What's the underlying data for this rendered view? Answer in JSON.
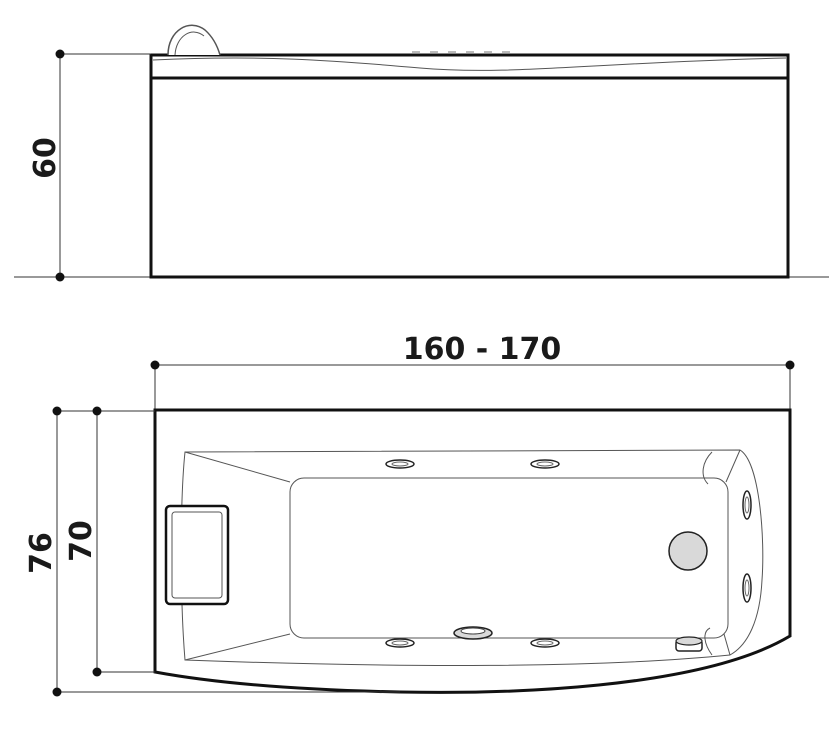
{
  "dimensions": {
    "height": "60",
    "length": "160 - 170",
    "outer_width": "76",
    "inner_width": "70"
  },
  "colors": {
    "line": "#111111",
    "fixture_gray": "#d9d9d9"
  }
}
